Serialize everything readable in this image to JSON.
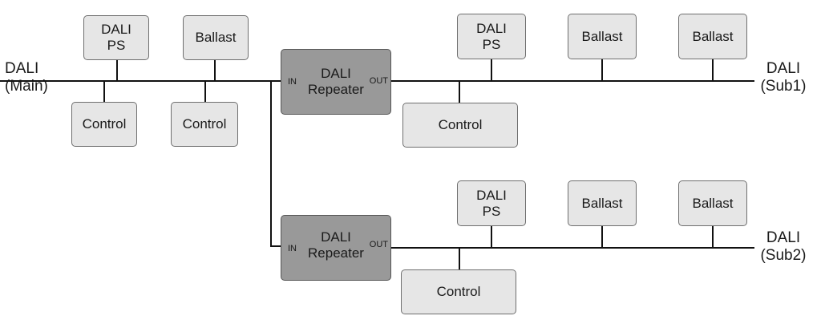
{
  "buses": {
    "main": "DALI\n(Main)",
    "sub1": "DALI\n(Sub1)",
    "sub2": "DALI\n(Sub2)"
  },
  "devices": {
    "main_ps": "DALI\nPS",
    "main_ballast": "Ballast",
    "main_control_1": "Control",
    "main_control_2": "Control",
    "sub1_ps": "DALI\nPS",
    "sub1_ballast_1": "Ballast",
    "sub1_ballast_2": "Ballast",
    "sub1_control": "Control",
    "sub2_ps": "DALI\nPS",
    "sub2_ballast_1": "Ballast",
    "sub2_ballast_2": "Ballast",
    "sub2_control": "Control"
  },
  "repeaters": {
    "top": {
      "title": "DALI\nRepeater",
      "in": "IN",
      "out": "OUT"
    },
    "bottom": {
      "title": "DALI\nRepeater",
      "in": "IN",
      "out": "OUT"
    }
  },
  "colors": {
    "device_fill": "#e6e6e6",
    "repeater_fill": "#999999",
    "wire": "#111111"
  }
}
